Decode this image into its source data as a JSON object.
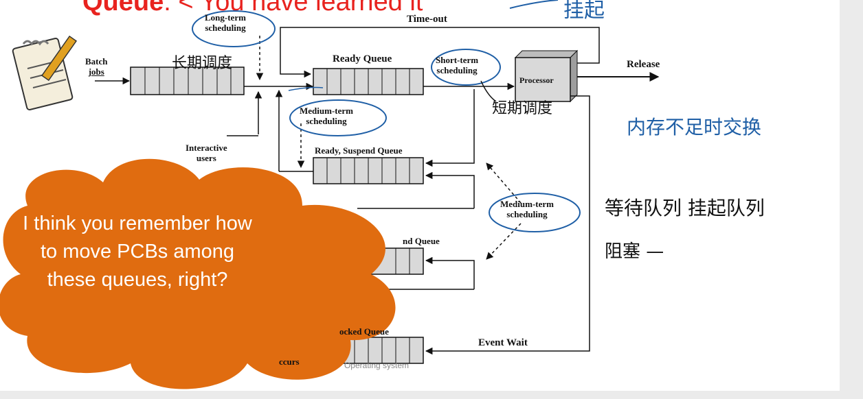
{
  "title": {
    "keyword": "Queue",
    "rest": ": < You have learned it"
  },
  "diagram": {
    "long_term": [
      "Long-term",
      "scheduling"
    ],
    "timeout": "Time-out",
    "batch": [
      "Batch",
      "jobs"
    ],
    "ready_queue": "Ready Queue",
    "short_term": [
      "Short-term",
      "scheduling"
    ],
    "processor": "Processor",
    "release": "Release",
    "medium_term_1": [
      "Medium-term",
      "scheduling"
    ],
    "interactive": [
      "Interactive",
      "users"
    ],
    "ready_suspend_queue": "Ready, Suspend Queue",
    "medium_term_2": [
      "Medium-term",
      "scheduling"
    ],
    "blocked_suspend_queue_partial": "nd Queue",
    "blocked_queue_partial": "ocked Queue",
    "event_wait": "Event Wait",
    "event_occurs_partial": "ccurs"
  },
  "handwriting": {
    "near_long_term": "长期调度",
    "short_term_note": "短期调度",
    "memory_note": "内存不足时交换",
    "queues_note_1": "等待队列 挂起队列",
    "queues_note_2": "阻塞 —",
    "top_right": "挂起"
  },
  "cloud": {
    "text": "I think you remember how to move PCBs among these queues, right?"
  },
  "footer": "Operating system",
  "colors": {
    "title_red": "#e8231f",
    "cloud_orange": "#e06c10",
    "ink_blue": "#1f5fa6",
    "queue_fill": "#d9d9d9"
  }
}
